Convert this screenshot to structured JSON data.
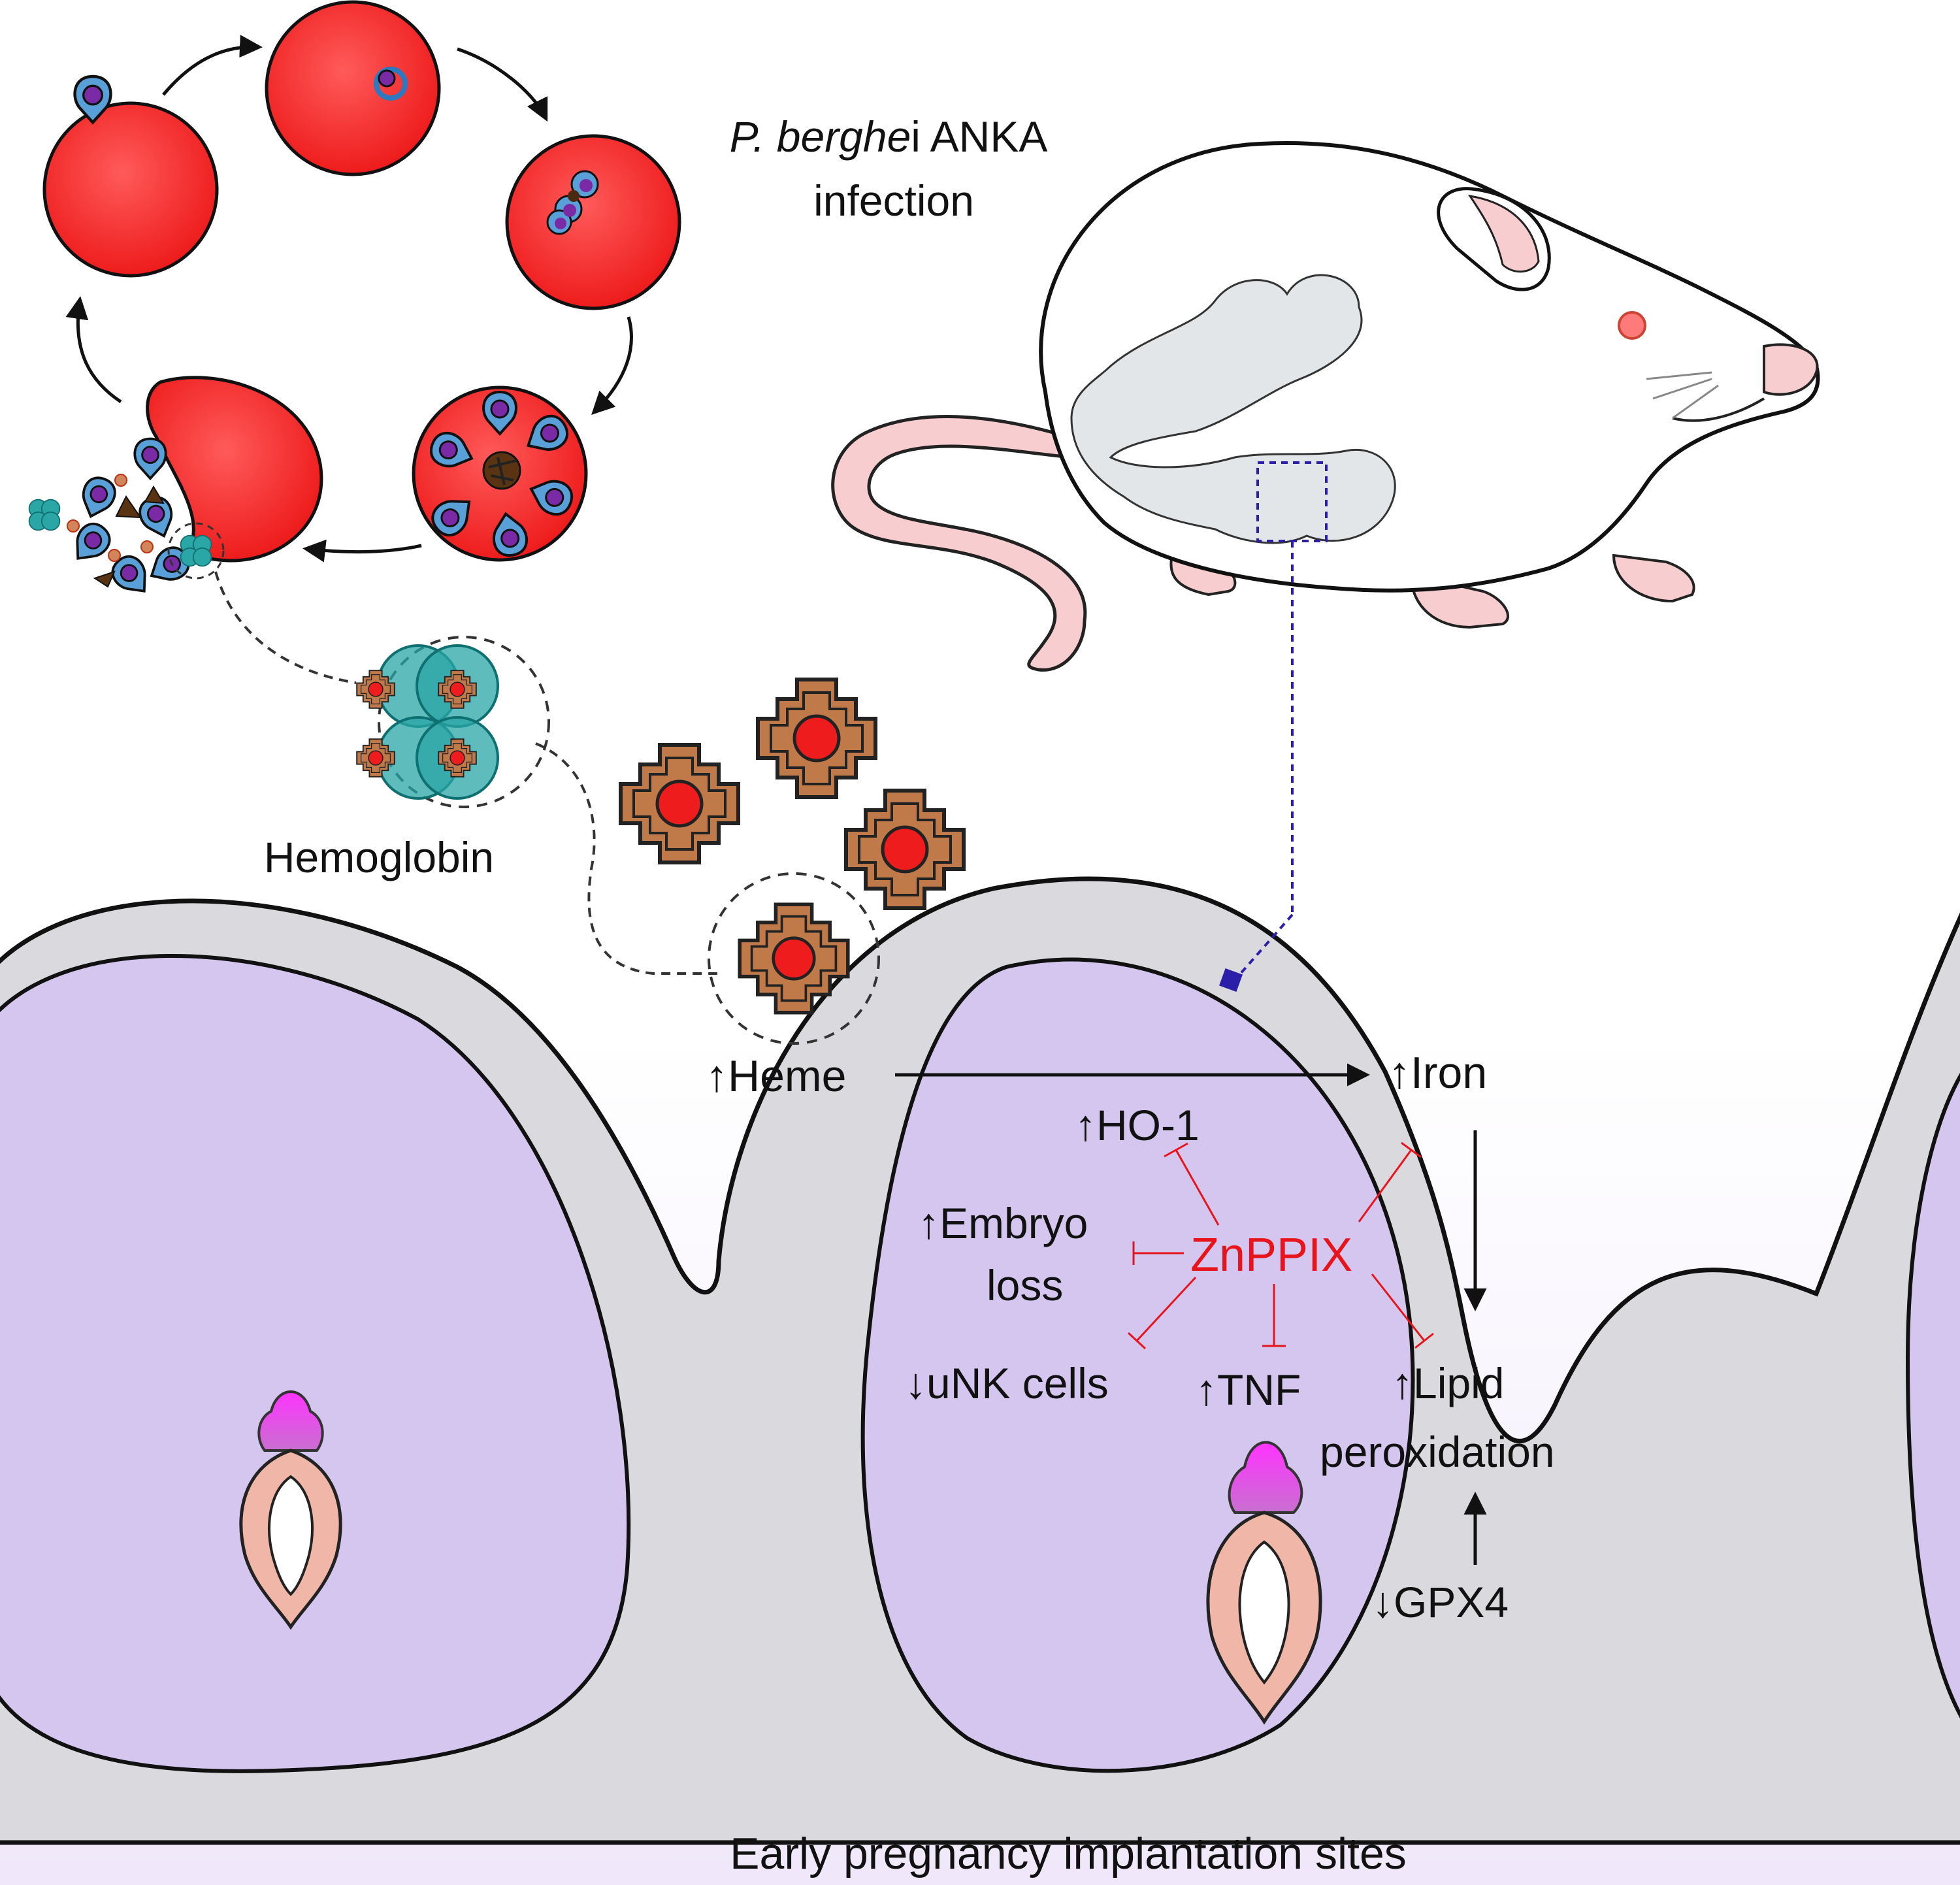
{
  "colors": {
    "rbc": "#ee1c1c",
    "rbc_highlight": "#ff5a5a",
    "heme_body": "#c07a4a",
    "heme_core": "#ee1c1c",
    "hemoglobin": "#2aa6a6",
    "uterus_wall": "#d9d9de",
    "implantation_fill": "#d4c6ef",
    "inhibition": "#e8141c",
    "mouse_tail": "#f7cdd0",
    "embryo_pink": "#ee2fd8",
    "connector": "#2b1ea8"
  },
  "labels": {
    "infection_line1_italic": "P. berghe",
    "infection_line1_rest": "i ANKA",
    "infection_line2": "infection",
    "hemoglobin": "Hemoglobin",
    "heme": "↑Heme",
    "iron": "↑Iron",
    "ho1": "↑HO-1",
    "embryo_loss_line1": "↑Embryo",
    "embryo_loss_line2": "loss",
    "znppix": "ZnPPIX",
    "unk_cells": "↓uNK cells",
    "tnf": "↑TNF",
    "lipid_line1": "↑Lipid",
    "lipid_line2": "peroxidation",
    "gpx4": "↓GPX4",
    "caption": "Early pregnancy implantation sites"
  },
  "icons": [
    "red-blood-cell-icon",
    "merozoite-icon",
    "schizont-icon",
    "hemozoin-icon",
    "hemoglobin-tetramer-icon",
    "heme-molecule-icon",
    "mouse-icon",
    "uterus-icon",
    "embryo-icon",
    "inhibition-arrow-icon"
  ]
}
